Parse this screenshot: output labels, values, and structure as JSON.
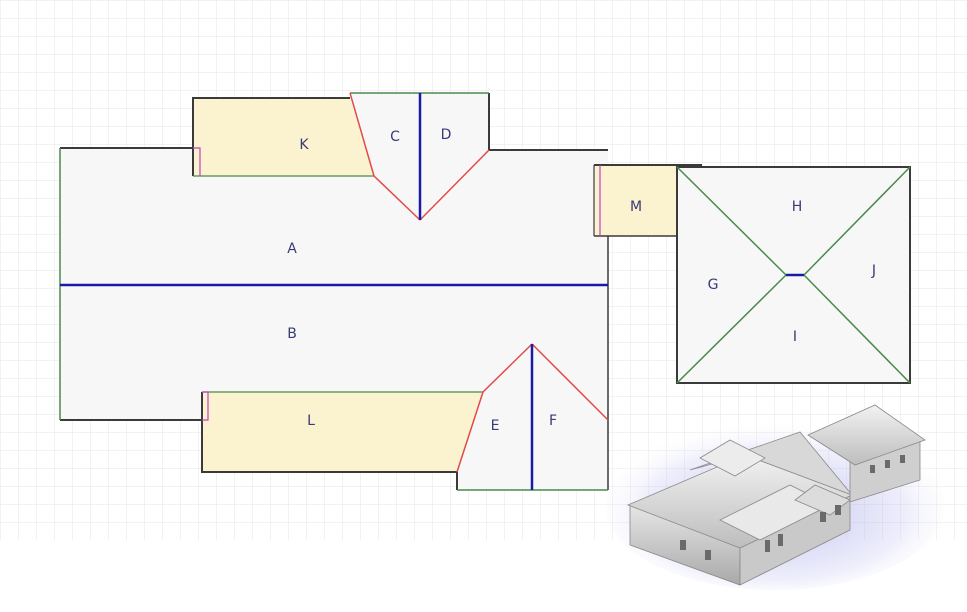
{
  "colors": {
    "plane_fill": "#f7f7f7",
    "gable_fill": "#fbf3cf",
    "outline": "#3a3a3a",
    "ridge": "#1a1aa6",
    "valley": "#e24a4a",
    "hip": "#4a8a4a",
    "gable_edge": "#c040c0",
    "grid": "#e3e3e3"
  },
  "roof_planes": {
    "A": "A",
    "B": "B",
    "C": "C",
    "D": "D",
    "E": "E",
    "F": "F",
    "G": "G",
    "H": "H",
    "I": "I",
    "J": "J",
    "K": "K",
    "L": "L",
    "M": "M"
  },
  "preview": {
    "icon": "house-3d-preview-icon"
  }
}
